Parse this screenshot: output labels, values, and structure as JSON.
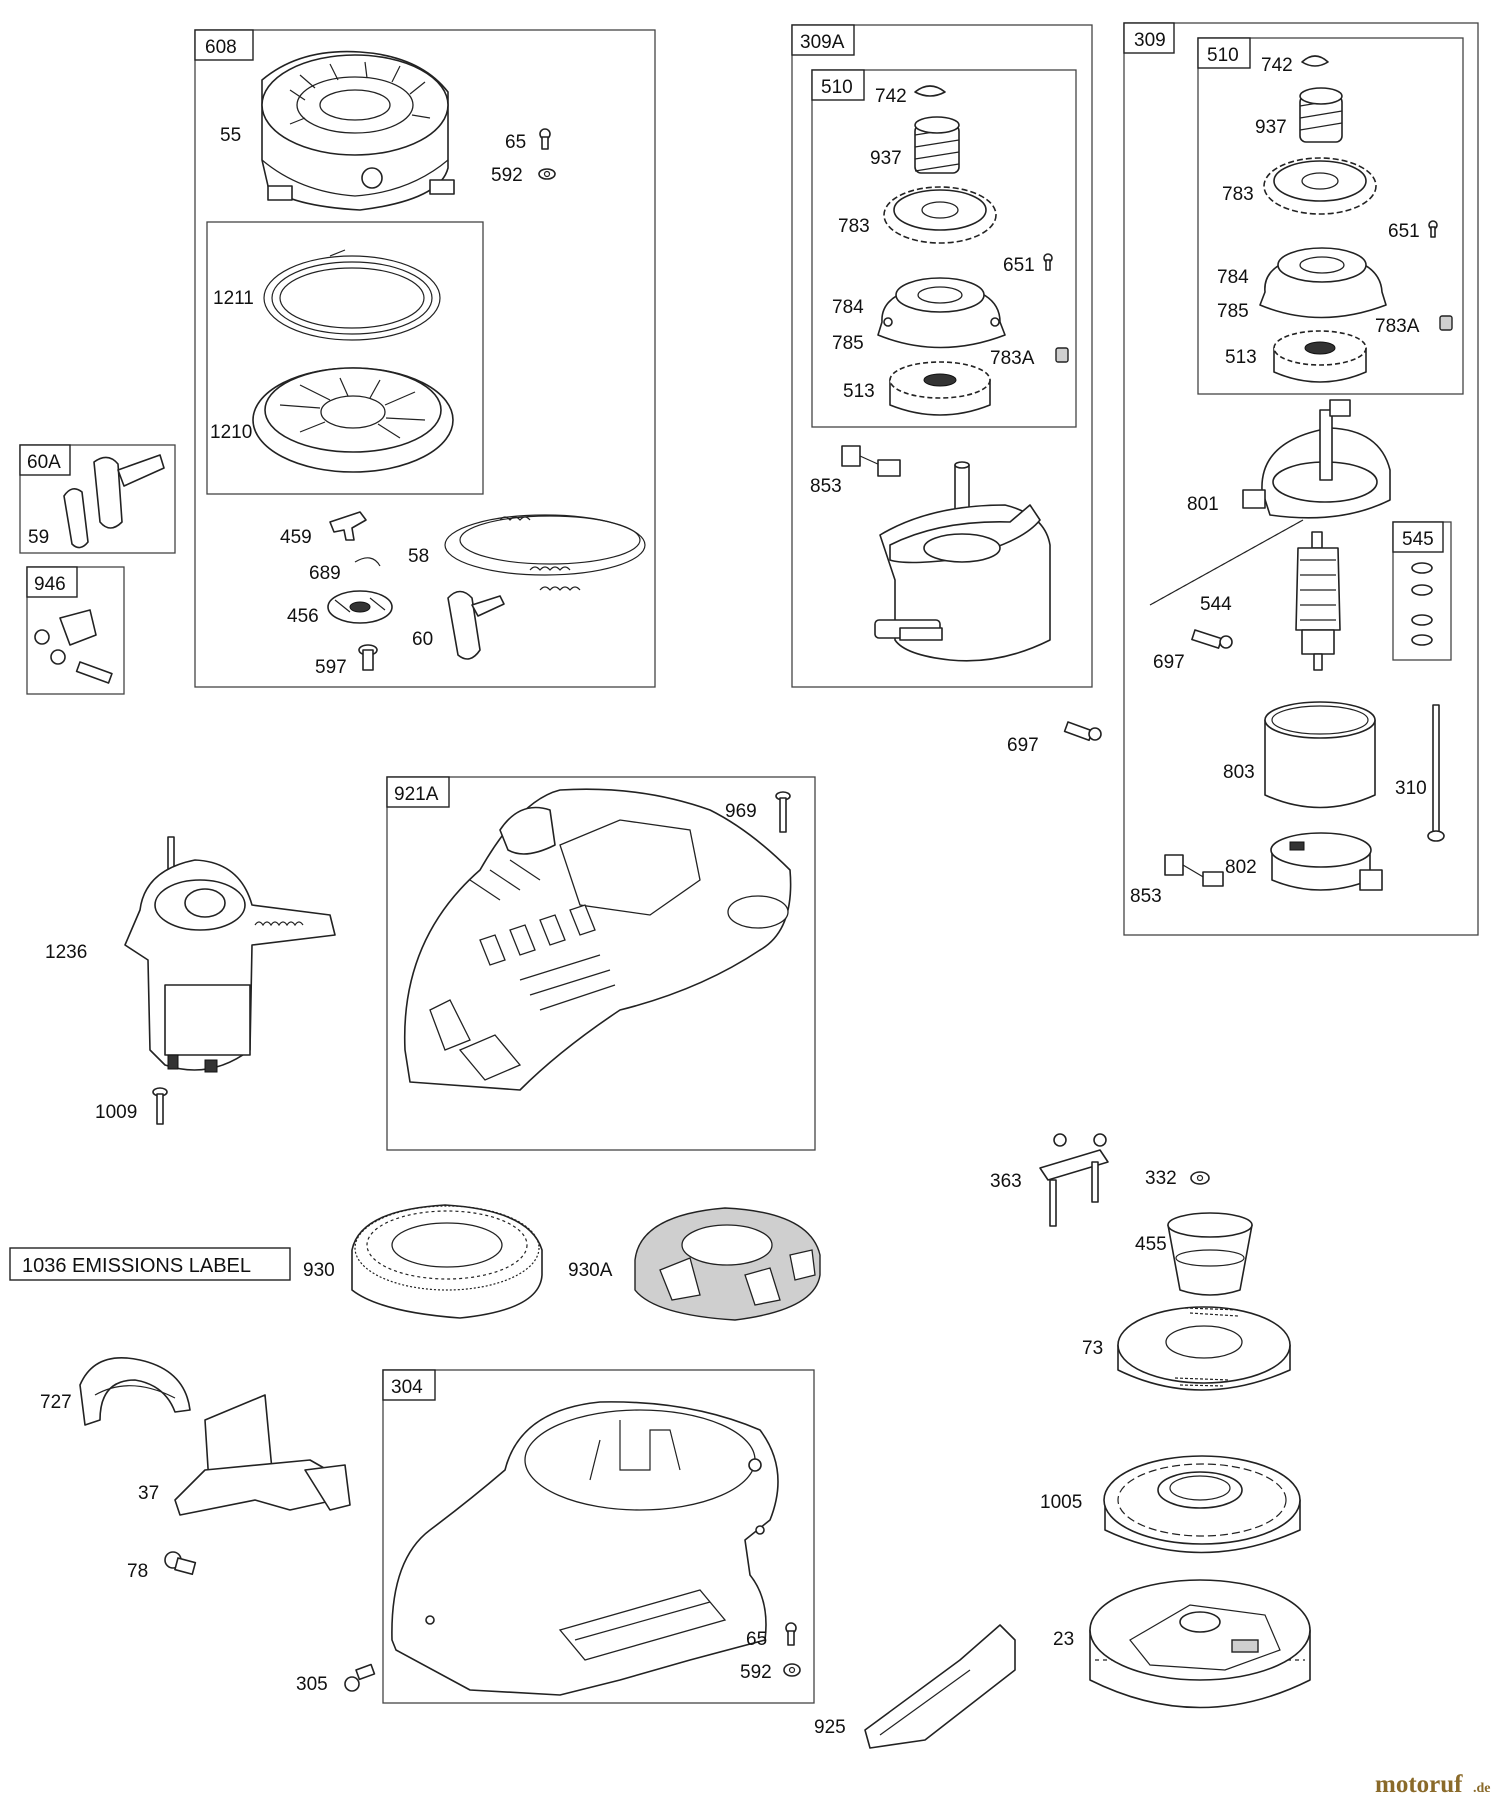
{
  "groups": {
    "g608": "608",
    "g60A": "60A",
    "g946": "946",
    "g309A": "309A",
    "g510a": "510",
    "g309": "309",
    "g510b": "510",
    "g545": "545",
    "g921A": "921A",
    "g304": "304"
  },
  "parts": {
    "p55": "55",
    "p65a": "65",
    "p592a": "592",
    "p1211": "1211",
    "p1210": "1210",
    "p459": "459",
    "p689": "689",
    "p456": "456",
    "p597": "597",
    "p58": "58",
    "p60": "60",
    "p59": "59",
    "p742a": "742",
    "p937a": "937",
    "p783a": "783",
    "p651a": "651",
    "p784a": "784",
    "p785a": "785",
    "p783Aa": "783A",
    "p513a": "513",
    "p853a": "853",
    "p697a": "697",
    "p742b": "742",
    "p937b": "937",
    "p783b": "783",
    "p651b": "651",
    "p784b": "784",
    "p785b": "785",
    "p783Ab": "783A",
    "p513b": "513",
    "p801": "801",
    "p544": "544",
    "p697b": "697",
    "p803": "803",
    "p310": "310",
    "p802": "802",
    "p853b": "853",
    "p969": "969",
    "p1236": "1236",
    "p1009": "1009",
    "p363": "363",
    "p332": "332",
    "p455": "455",
    "p73": "73",
    "p1005": "1005",
    "p23": "23",
    "p930": "930",
    "p930A": "930A",
    "p727": "727",
    "p37": "37",
    "p78": "78",
    "p65b": "65",
    "p592b": "592",
    "p305": "305",
    "p925": "925"
  },
  "emissions_label": "1036 EMISSIONS LABEL",
  "watermark": {
    "brand": "motoruf",
    "suffix": ".de"
  }
}
